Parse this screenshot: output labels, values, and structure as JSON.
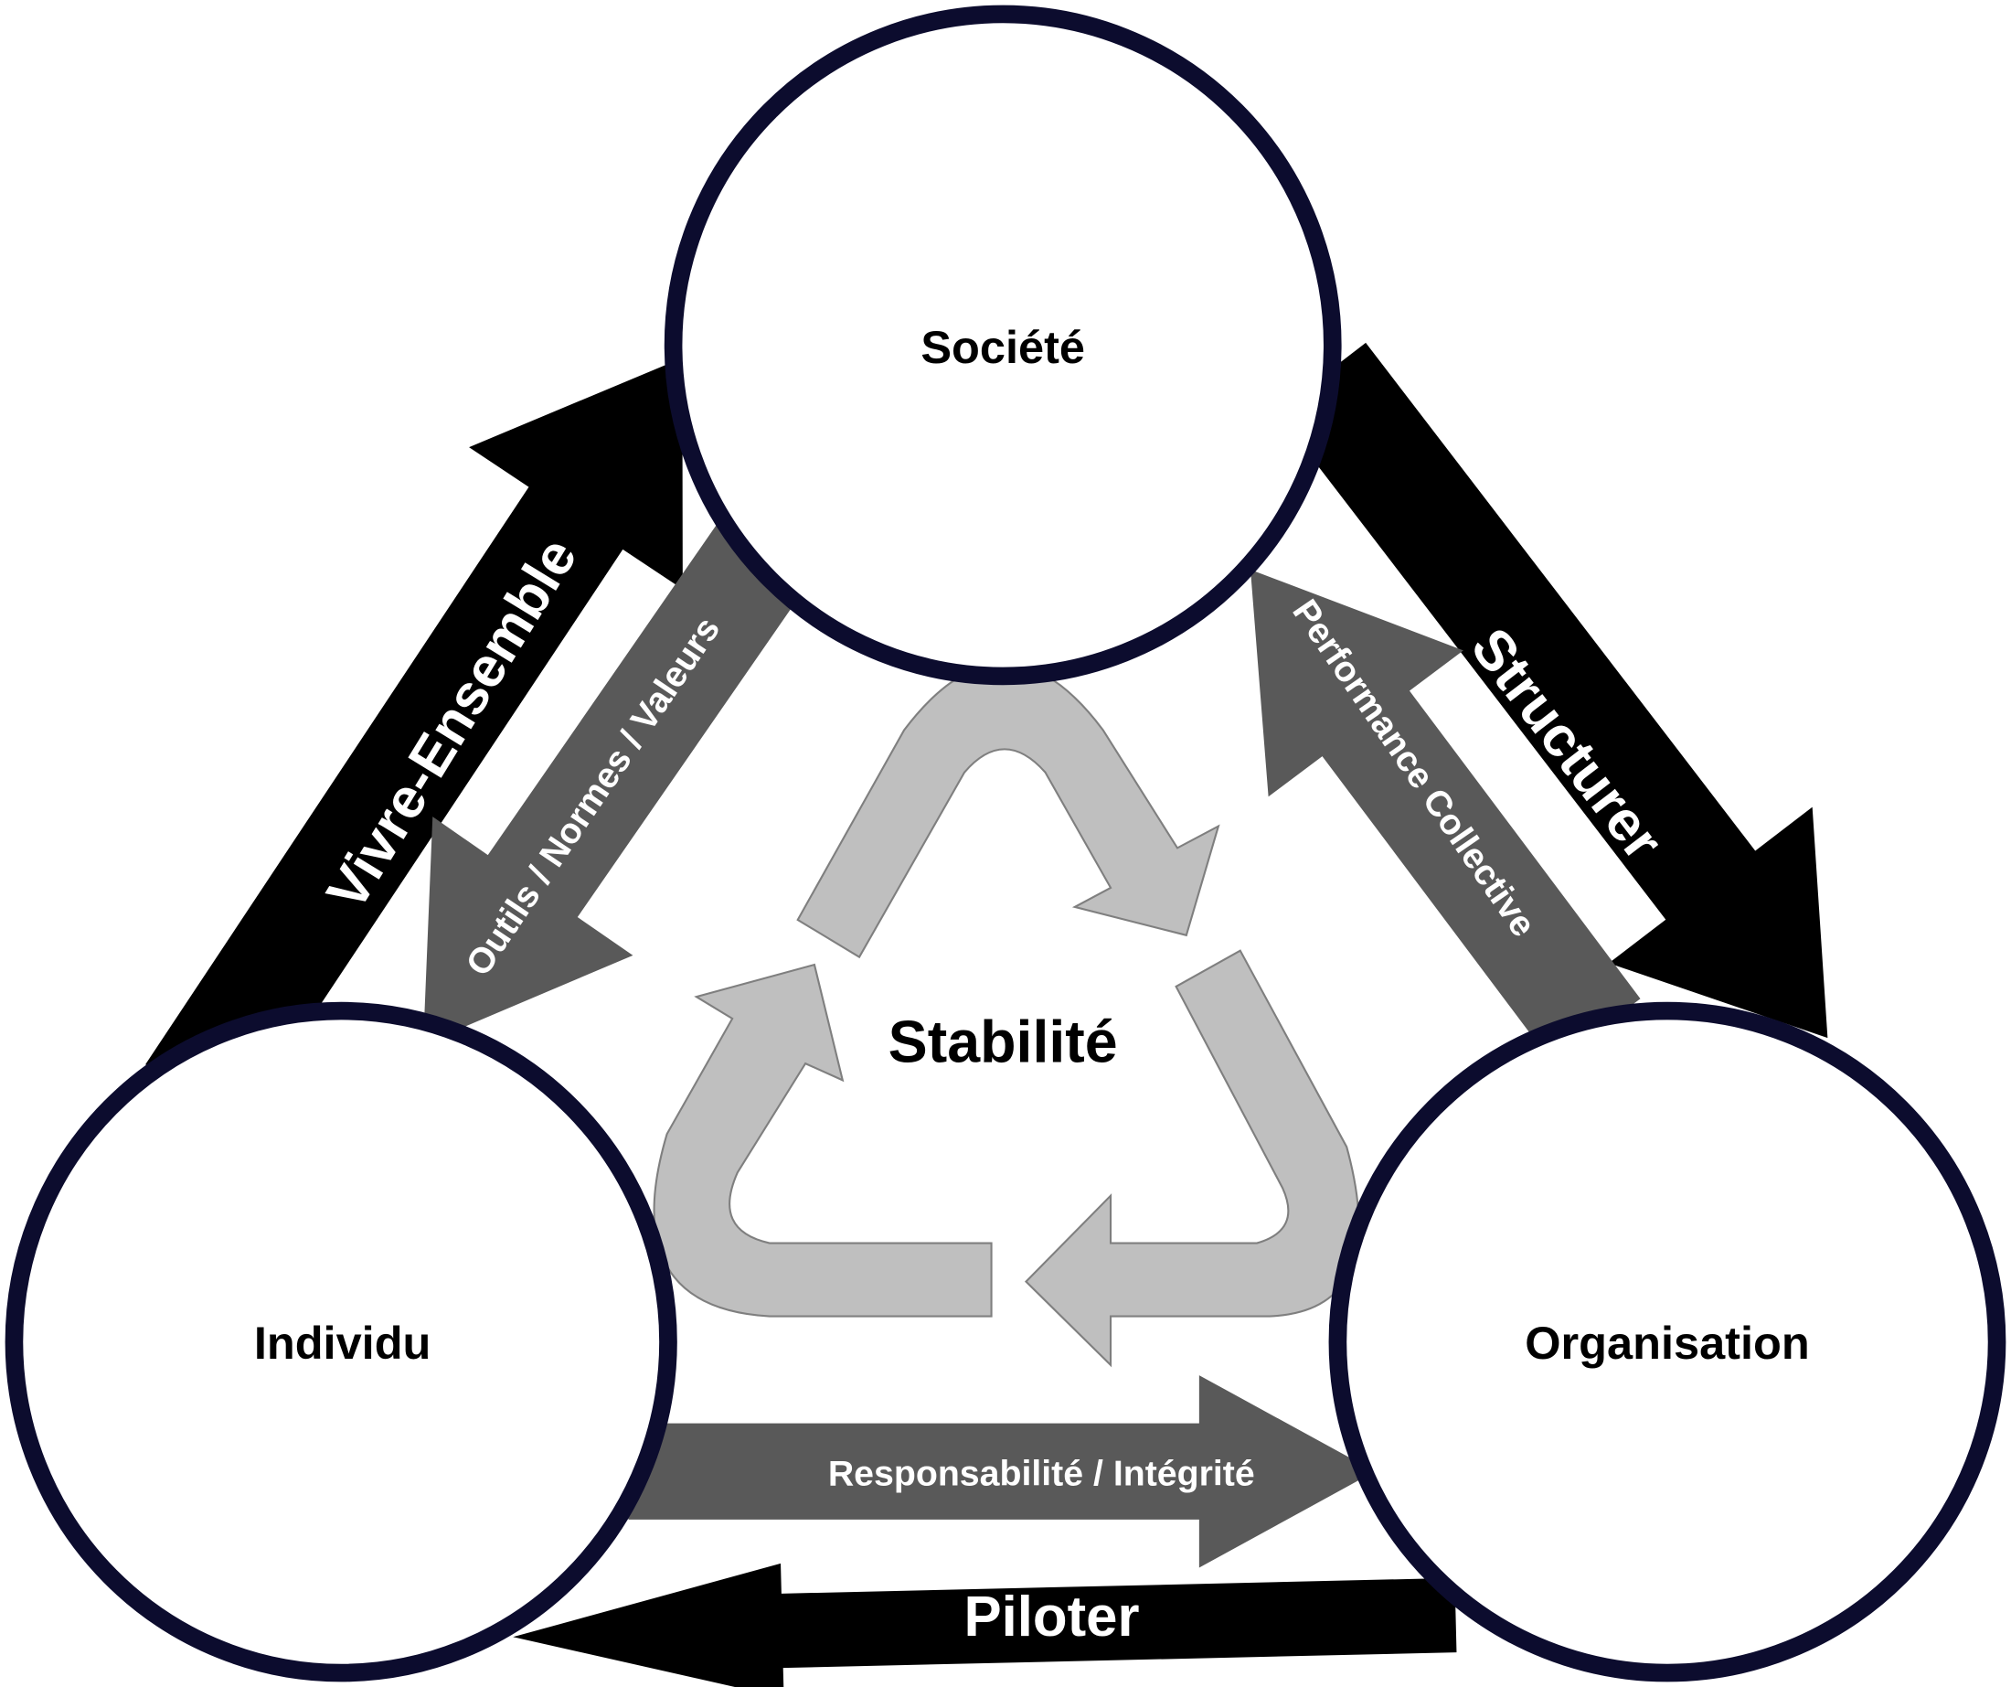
{
  "nodes": {
    "societe": "Société",
    "individu": "Individu",
    "organisation": "Organisation"
  },
  "center": {
    "label": "Stabilité"
  },
  "arrows": {
    "vivre_ensemble": "Vivre-Ensemble",
    "outils": "Outils / Normes / Valeurs",
    "structurer": "Structurer",
    "performance": "Performance Collective",
    "responsabilite": "Responsabilité / Intégrité",
    "piloter": "Piloter"
  },
  "colors": {
    "circle_stroke": "#0c0c2e",
    "dark_arrow": "#000000",
    "grey_arrow": "#595959",
    "cycle_fill": "#bfbfbf",
    "cycle_stroke": "#7f7f7f"
  }
}
